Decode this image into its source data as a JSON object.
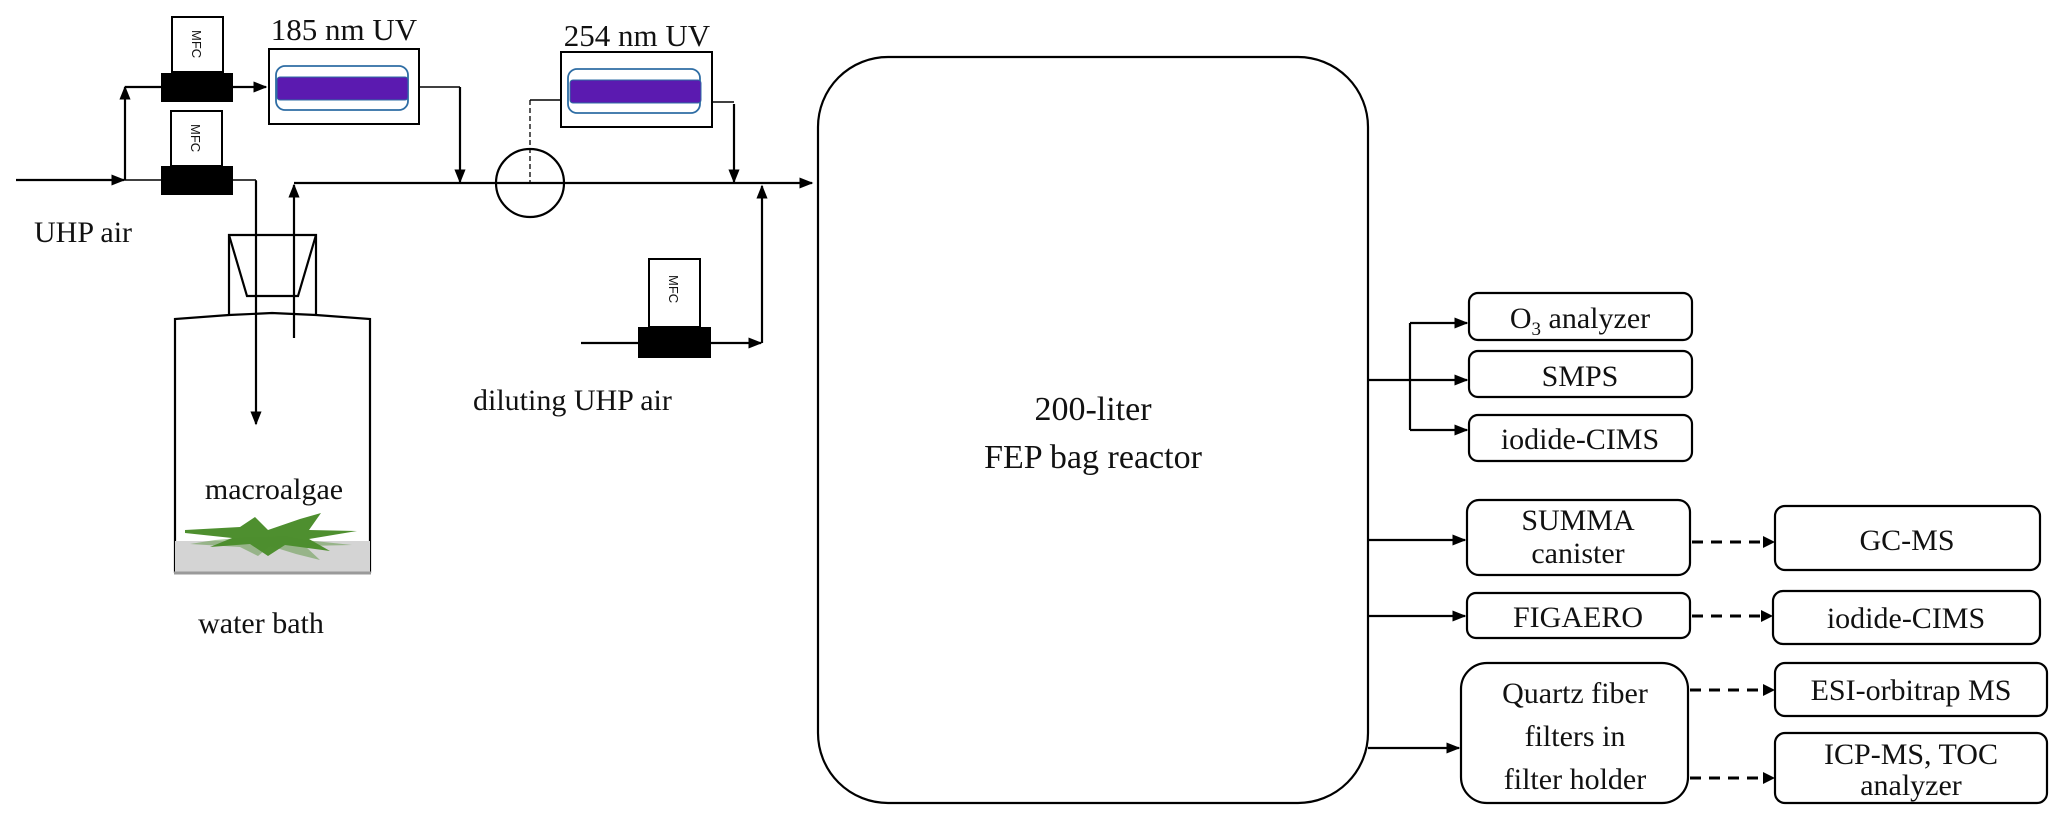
{
  "figure": {
    "inputs": {
      "uhp_air_label": "UHP air",
      "diluting_air_label": "diluting UHP air",
      "mfc_label": "MFC"
    },
    "uv_lamps": [
      {
        "label": "185 nm UV",
        "lamp_color": "#5b1ab0",
        "sleeve_color": "#2e6da4"
      },
      {
        "label": "254 nm UV",
        "lamp_color": "#5b1ab0",
        "sleeve_color": "#2e6da4"
      }
    ],
    "vessel": {
      "content_label": "macroalgae",
      "bath_label": "water bath",
      "algae_color": "#4e8f2f",
      "water_color": "#d4d4d4"
    },
    "reactor": {
      "line1": "200-liter",
      "line2": "FEP bag reactor"
    },
    "online_instruments": [
      {
        "label_main": "O",
        "label_sub": "3",
        "label_rest": " analyzer"
      },
      {
        "label": "SMPS"
      },
      {
        "label": "iodide-CIMS"
      }
    ],
    "samplers": [
      {
        "lines": [
          "SUMMA",
          "canister"
        ],
        "analyses": [
          {
            "lines": [
              "GC-MS"
            ]
          }
        ]
      },
      {
        "lines": [
          "FIGAERO"
        ],
        "analyses": [
          {
            "lines": [
              "iodide-CIMS"
            ]
          }
        ]
      },
      {
        "lines": [
          "Quartz fiber",
          "filters in",
          "filter holder"
        ],
        "analyses": [
          {
            "lines": [
              "ESI-orbitrap MS"
            ]
          },
          {
            "lines": [
              "ICP-MS, TOC",
              "analyzer"
            ]
          }
        ]
      }
    ]
  }
}
